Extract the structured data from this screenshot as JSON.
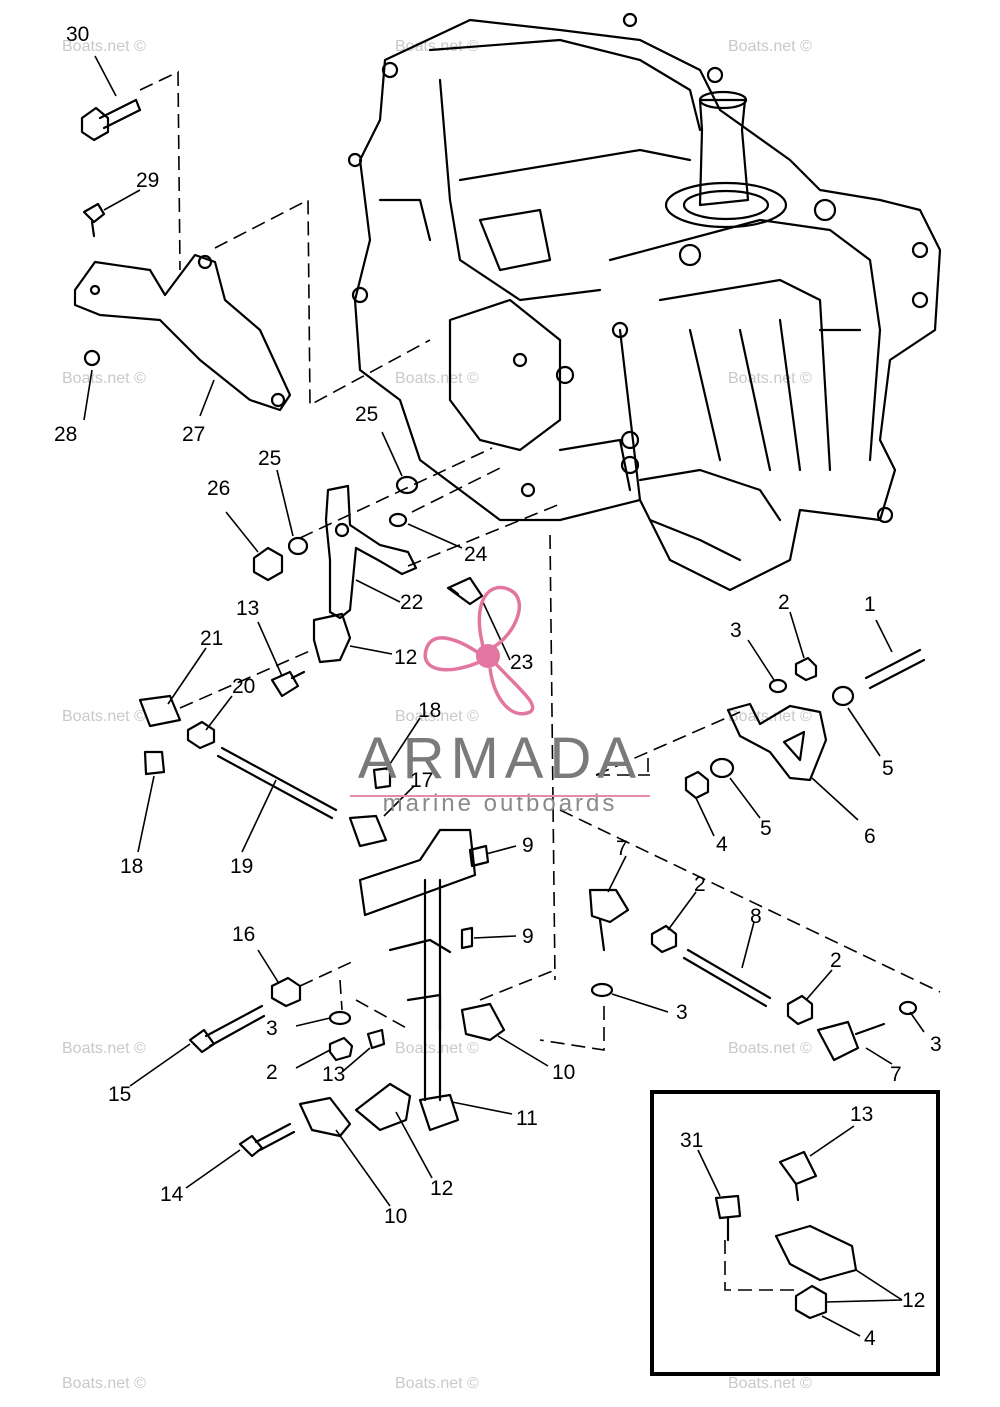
{
  "watermark": "Boats.net ©",
  "brand": {
    "name": "ARMADA",
    "tagline": "marine outboards",
    "accent_color": "#e276a0"
  },
  "callouts": [
    "30",
    "29",
    "28",
    "27",
    "25",
    "25",
    "26",
    "24",
    "22",
    "13",
    "12",
    "23",
    "21",
    "20",
    "18",
    "18",
    "17",
    "19",
    "9",
    "9",
    "16",
    "3",
    "2",
    "13",
    "15",
    "14",
    "10",
    "12",
    "11",
    "10",
    "7",
    "2",
    "8",
    "3",
    "2",
    "7",
    "3",
    "1",
    "2",
    "3",
    "5",
    "6",
    "4",
    "5",
    "13",
    "31",
    "12",
    "4"
  ]
}
